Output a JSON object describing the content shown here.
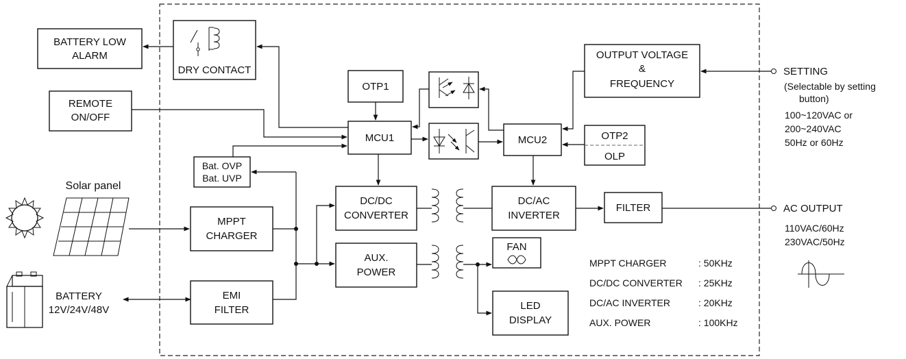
{
  "blocks": {
    "battery_low_alarm": [
      "BATTERY LOW",
      "ALARM"
    ],
    "dry_contact": "DRY CONTACT",
    "remote": [
      "REMOTE",
      "ON/OFF"
    ],
    "otp1": "OTP1",
    "mcu1": "MCU1",
    "mcu2": "MCU2",
    "output_vf": [
      "OUTPUT VOLTAGE",
      "&",
      "FREQUENCY"
    ],
    "otp2": "OTP2",
    "olp": "OLP",
    "bat_ovp_uvp": [
      "Bat. OVP",
      "Bat. UVP"
    ],
    "dcdc": [
      "DC/DC",
      "CONVERTER"
    ],
    "dcac": [
      "DC/AC",
      "INVERTER"
    ],
    "filter": "FILTER",
    "mppt": [
      "MPPT",
      "CHARGER"
    ],
    "aux": [
      "AUX.",
      "POWER"
    ],
    "fan": "FAN",
    "emi": [
      "EMI",
      "FILTER"
    ],
    "led": [
      "LED",
      "DISPLAY"
    ]
  },
  "labels": {
    "solar_panel": "Solar panel",
    "battery": [
      "BATTERY",
      "12V/24V/48V"
    ],
    "setting": [
      "SETTING",
      "(Selectable by setting",
      "button)",
      "100~120VAC or",
      "200~240VAC",
      "50Hz or 60Hz"
    ],
    "ac_output": [
      "AC OUTPUT",
      "110VAC/60Hz",
      "230VAC/50Hz"
    ]
  },
  "frequencies": [
    {
      "name": "MPPT CHARGER",
      "value": ": 50KHz"
    },
    {
      "name": "DC/DC CONVERTER",
      "value": ": 25KHz"
    },
    {
      "name": "DC/AC INVERTER",
      "value": ": 20KHz"
    },
    {
      "name": "AUX. POWER",
      "value": ": 100KHz"
    }
  ],
  "icons": [
    "sun-icon",
    "solar-panel-icon",
    "battery-icon",
    "relay-icon",
    "optocoupler-icon",
    "transformer-icon",
    "fan-icon",
    "sine-wave-icon"
  ]
}
